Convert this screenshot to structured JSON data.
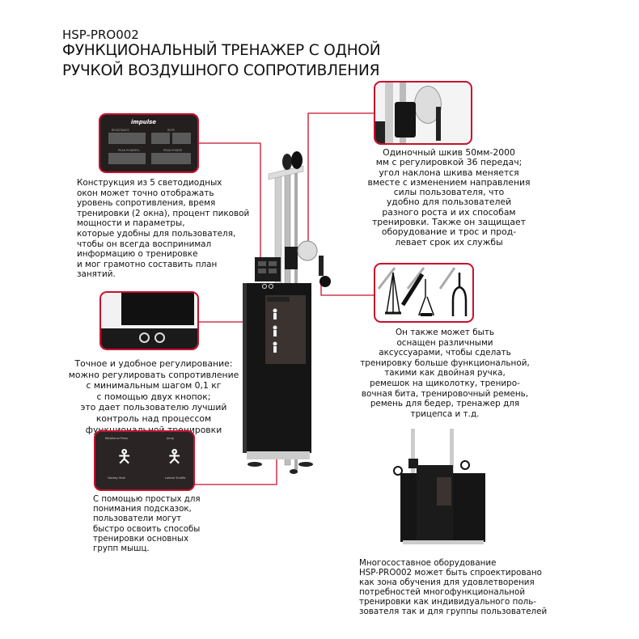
{
  "header": {
    "model": "HSP-PRO002",
    "title_line1": "ФУНКЦИОНАЛЬНЫЙ ТРЕНАЖЕР С ОДНОЙ",
    "title_line2": "РУЧКОЙ ВОЗДУШНОГО СОПРОТИВЛЕНИЯ"
  },
  "brand_color": "#c8102e",
  "display_panel": {
    "logo": "impulse",
    "labels": [
      "RESISTANCE",
      "REPS",
      "PEAK POWER%",
      "PEAK POWER"
    ]
  },
  "features": {
    "display_text": [
      "Конструкция из 5 светодиодных",
      "окон может точно отображать",
      "уровень сопротивления, время",
      "тренировки (2 окна), процент пиковой",
      "мощности и параметры,",
      "которые удобны для пользователя,",
      "чтобы он всегда воспринимал",
      "информацию о тренировке",
      "и мог грамотно составить план",
      "занятий."
    ],
    "adjust_text": [
      "Точное и удобное регулирование:",
      "можно регулировать сопротивление",
      "с минимальным шагом 0,1 кг",
      "с помощью двух кнопок;",
      "это дает пользователю лучший",
      "контроль над процессом",
      "функциональной тренировки"
    ],
    "hints_text": [
      "С помощью простых для",
      "понимания подсказок,",
      "пользователи могут",
      "быстро освоить способы",
      "тренировки основных",
      "групп мышц."
    ],
    "pulley_text": [
      "Одиночный шкив 50мм-2000",
      "мм с регулировкой 36 передач;",
      "угол наклона шкива меняется",
      "вместе с изменением направления",
      "силы пользователя, что",
      "удобно для пользователей",
      "разного роста и их способам",
      "тренировки. Также он защищает",
      "оборудование и трос и прод-",
      "левает срок их службы"
    ],
    "accessories_text": [
      "Он также может быть",
      "оснащен различными",
      "аксуссуарами, чтобы сделать",
      "тренировку больше функциональной,",
      "такими как двойная ручка,",
      "ремешок на щиколотку, трениро-",
      "вочная бита, тренировочный ремень,",
      "ремень для бедер, тренажер для",
      "трицепса и т.д."
    ],
    "multi_text": [
      "Многосоставное оборудование",
      "HSP-PRO002 может быть спроектировано",
      "как зона обучения для удовлетворения",
      "потребностей многофункциональной",
      "тренировки  как индивидуального поль-",
      "зователя так и для группы пользователей"
    ]
  },
  "exercise_panel": {
    "labels": [
      "Rotational Press",
      "Jump",
      "Hockey Shot",
      "Lateral Shuffle"
    ]
  }
}
